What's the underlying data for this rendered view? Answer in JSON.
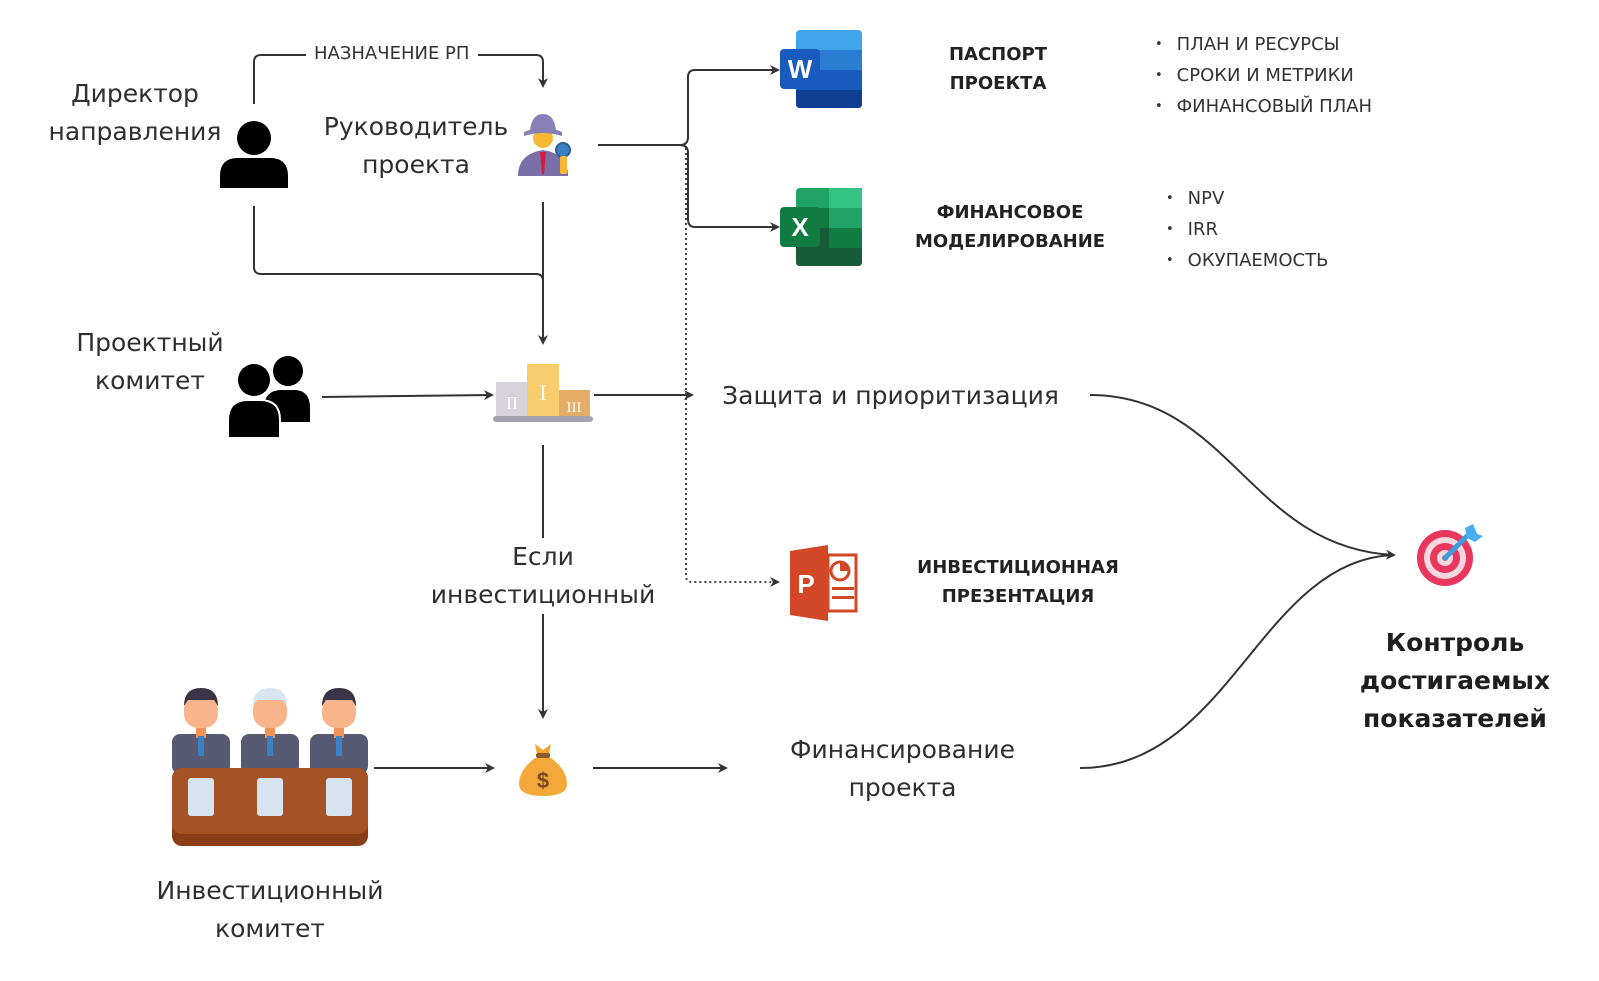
{
  "nodes": {
    "director": {
      "label_line1": "Директор",
      "label_line2": "направления",
      "icon": "person-icon"
    },
    "pm": {
      "label_line1": "Руководитель",
      "label_line2": "проекта",
      "icon": "detective-icon"
    },
    "committee": {
      "label_line1": "Проектный",
      "label_line2": "комитет",
      "icon": "group-icon"
    },
    "podium": {
      "icon": "podium-icon"
    },
    "invest_committee": {
      "label_line1": "Инвестиционный",
      "label_line2": "комитет",
      "icon": "board-meeting-icon"
    },
    "money": {
      "icon": "money-bag-icon"
    },
    "defense": {
      "label": "Защита и приоритизация"
    },
    "funding": {
      "label_line1": "Финансирование",
      "label_line2": "проекта"
    },
    "control": {
      "label_line1": "Контроль",
      "label_line2": "достигаемых",
      "label_line3": "показателей",
      "icon": "target-icon"
    }
  },
  "edges": {
    "assign_label": "НАЗНАЧЕНИЕ РП",
    "condition_line1": "Если",
    "condition_line2": "инвестиционный"
  },
  "documents": [
    {
      "app": "Word",
      "app_letter": "W",
      "title_line1": "ПАСПОРТ",
      "title_line2": "ПРОЕКТА",
      "bullets": [
        "ПЛАН И РЕСУРСЫ",
        "СРОКИ И МЕТРИКИ",
        "ФИНАНСОВЫЙ ПЛАН"
      ]
    },
    {
      "app": "Excel",
      "app_letter": "X",
      "title_line1": "ФИНАНСОВОЕ",
      "title_line2": "МОДЕЛИРОВАНИЕ",
      "bullets": [
        "NPV",
        "IRR",
        "ОКУПАЕМОСТЬ"
      ]
    },
    {
      "app": "PowerPoint",
      "app_letter": "P",
      "title_line1": "ИНВЕСТИЦИОННАЯ",
      "title_line2": "ПРЕЗЕНТАЦИЯ",
      "bullets": []
    }
  ],
  "colors": {
    "line": "#333333",
    "word": "#185abd",
    "excel": "#107c41",
    "powerpoint": "#d24726"
  }
}
